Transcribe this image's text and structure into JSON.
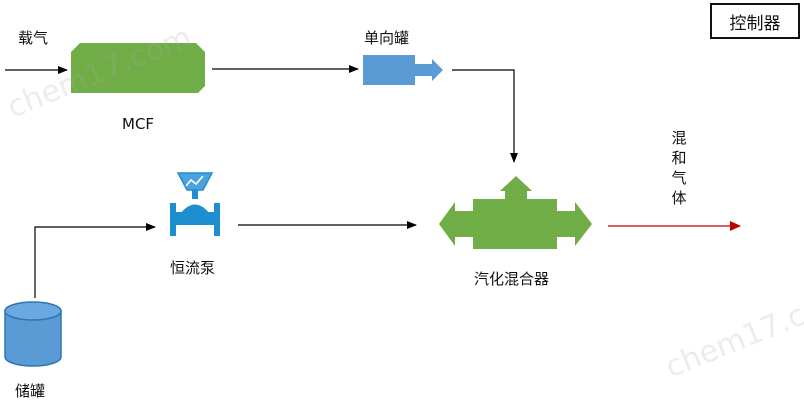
{
  "labels": {
    "carrier_gas": "载气",
    "mcf": "MCF",
    "check_tank": "单向罐",
    "controller": "控制器",
    "mixed_gas": "混和气体",
    "pump": "恒流泵",
    "mixer": "汽化混合器",
    "storage_tank": "储罐"
  },
  "watermark": "chem17.com",
  "colors": {
    "mcf_green": "#70ad47",
    "mixer_green": "#70ad47",
    "valve_blue": "#5b9bd5",
    "pump_blue": "#1f8ed0",
    "tank_blue": "#5b9bd5",
    "line": "#000000",
    "output_line": "#c00000"
  }
}
